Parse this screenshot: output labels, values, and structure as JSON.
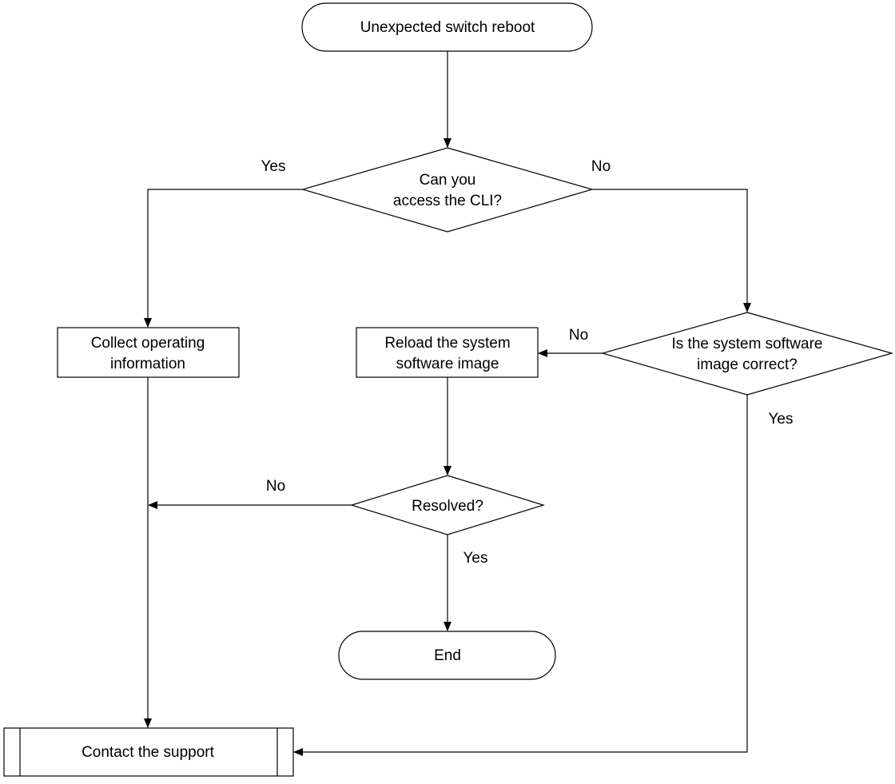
{
  "nodes": {
    "start": "Unexpected switch reboot",
    "cli_question": [
      "Can you",
      "access the CLI?"
    ],
    "collect_info": [
      "Collect operating",
      "information"
    ],
    "reload_image": [
      "Reload the system",
      "software image"
    ],
    "image_question": [
      "Is the system software",
      "image correct?"
    ],
    "resolved_question": "Resolved?",
    "end": "End",
    "contact_support": "Contact the support"
  },
  "edge_labels": {
    "cli_yes": "Yes",
    "cli_no": "No",
    "image_no": "No",
    "image_yes": "Yes",
    "resolved_no": "No",
    "resolved_yes": "Yes"
  }
}
